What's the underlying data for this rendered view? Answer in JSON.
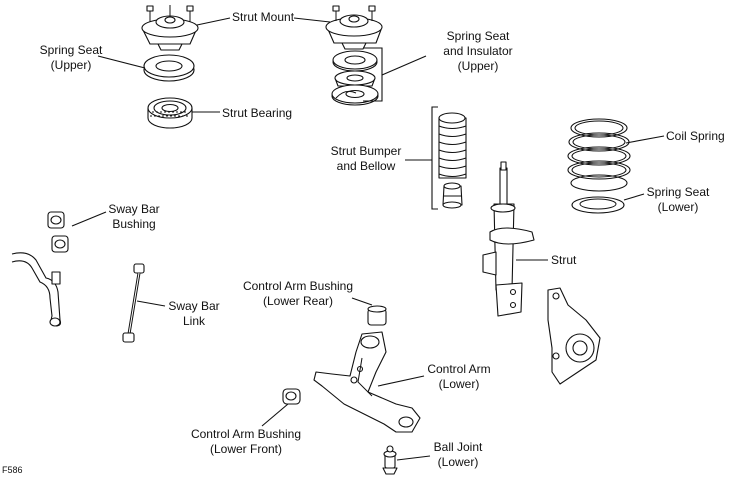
{
  "labels": {
    "strut_mount": "Strut Mount",
    "spring_seat_upper": [
      "Spring Seat",
      "(Upper)"
    ],
    "spring_seat_insulator_upper": [
      "Spring Seat",
      "and Insulator",
      "(Upper)"
    ],
    "strut_bearing": "Strut Bearing",
    "strut_bumper_bellow": [
      "Strut Bumper",
      "and Bellow"
    ],
    "coil_spring": "Coil Spring",
    "spring_seat_lower": [
      "Spring Seat",
      "(Lower)"
    ],
    "sway_bar_bushing": [
      "Sway Bar",
      "Bushing"
    ],
    "strut": "Strut",
    "sway_bar_link": [
      "Sway Bar",
      "Link"
    ],
    "control_arm_bushing_lower_rear": [
      "Control Arm Bushing",
      "(Lower Rear)"
    ],
    "control_arm_lower": [
      "Control Arm",
      "(Lower)"
    ],
    "control_arm_bushing_lower_front": [
      "Control Arm Bushing",
      "(Lower Front)"
    ],
    "ball_joint_lower": [
      "Ball Joint",
      "(Lower)"
    ],
    "figure_code": "F586"
  },
  "colors": {
    "line": "#111111",
    "background": "#ffffff"
  }
}
